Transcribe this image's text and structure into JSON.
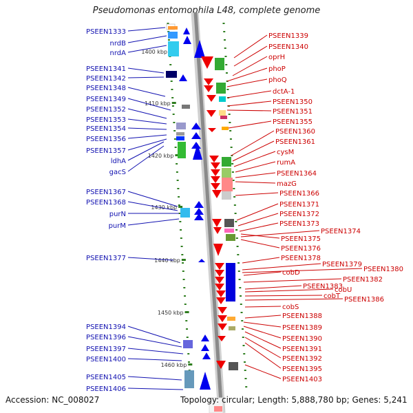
{
  "title": "Pseudomonas entomophila L48, complete genome",
  "footer": {
    "accession": "Accession: NC_008027",
    "summary": "Topology: circular; Length: 5,888,780 bp; Genes: 5,241"
  },
  "colors": {
    "left_label": "#1010b0",
    "right_label": "#cc0000",
    "forward_arrow": "#0000ee",
    "reverse_arrow": "#ee0000",
    "backbone": "#8a8a8a",
    "tick": "#2e7d1e"
  },
  "ticks": [
    "1400 kbp",
    "1410 kbp",
    "1420 kbp",
    "1430 kbp",
    "1440 kbp",
    "1450 kbp",
    "1460 kbp"
  ],
  "left_labels": [
    "PSEEN1333",
    "nrdB",
    "nrdA",
    "PSEEN1341",
    "PSEEN1342",
    "PSEEN1348",
    "PSEEN1349",
    "PSEEN1352",
    "PSEEN1353",
    "PSEEN1354",
    "PSEEN1356",
    "PSEEN1357",
    "ldhA",
    "gacS",
    "PSEEN1367",
    "PSEEN1368",
    "purN",
    "purM",
    "PSEEN1377",
    "PSEEN1394",
    "PSEEN1396",
    "PSEEN1397",
    "PSEEN1400",
    "PSEEN1405",
    "PSEEN1406"
  ],
  "right_labels": [
    "PSEEN1339",
    "PSEEN1340",
    "oprH",
    "phoP",
    "phoQ",
    "dctA-1",
    "PSEEN1350",
    "PSEEN1351",
    "PSEEN1355",
    "PSEEN1360",
    "PSEEN1361",
    "cysM",
    "rumA",
    "PSEEN1364",
    "mazG",
    "PSEEN1366",
    "PSEEN1371",
    "PSEEN1372",
    "PSEEN1373",
    "PSEEN1374",
    "PSEEN1375",
    "PSEEN1376",
    "PSEEN1378",
    "PSEEN1379",
    "PSEEN1380",
    "cobD",
    "PSEEN1382",
    "PSEEN1383",
    "cobU",
    "cobT",
    "PSEEN1386",
    "cobS",
    "PSEEN1388",
    "PSEEN1389",
    "PSEEN1390",
    "PSEEN1391",
    "PSEEN1392",
    "PSEEN1395",
    "PSEEN1403"
  ]
}
